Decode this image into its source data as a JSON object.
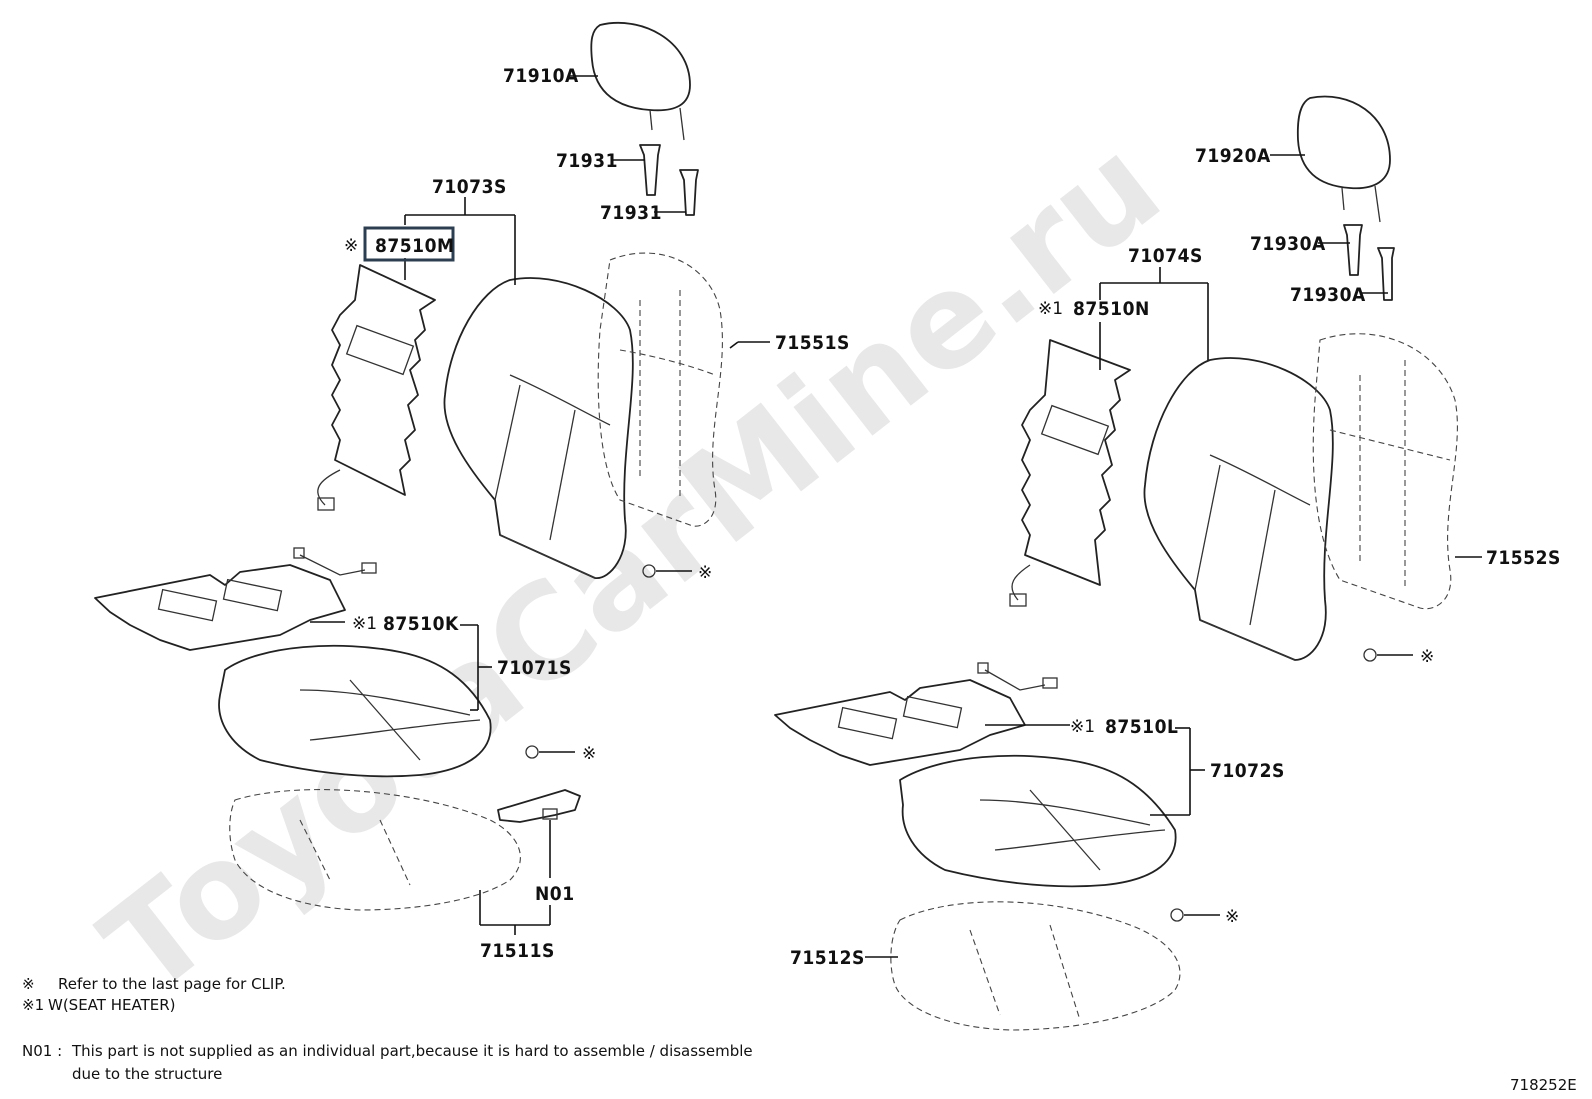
{
  "diagram_id": "718252E",
  "watermark": "ToyotaCarMine.ru",
  "parts": {
    "headrest_front": "71910A",
    "support_front_1": "71931",
    "support_front_2": "71931",
    "back_cushion_front": "71073S",
    "heater_back_front": "87510M",
    "heater_back_front_mark": "※",
    "back_pad_front": "71551S",
    "heater_seat_front": "87510K",
    "heater_seat_front_mark": "※1",
    "seat_cover_front": "71071S",
    "clip_mark_1": "※",
    "clip_mark_2": "※",
    "n01": "N01",
    "seat_pad_front": "71511S",
    "headrest_rear": "71920A",
    "support_rear_1": "71930A",
    "support_rear_2": "71930A",
    "back_cushion_rear": "71074S",
    "heater_back_rear": "87510N",
    "heater_back_rear_mark": "※1",
    "back_pad_rear": "71552S",
    "clip_mark_3": "※",
    "heater_seat_rear": "87510L",
    "heater_seat_rear_mark": "※1",
    "seat_cover_rear": "71072S",
    "clip_mark_4": "※",
    "seat_pad_rear": "71512S"
  },
  "notes": {
    "clip_symbol": "※",
    "clip_text": "Refer to the last page for CLIP.",
    "heater_symbol": "※1",
    "heater_text": "W(SEAT HEATER)",
    "n01_label": "N01 :",
    "n01_text_line1": "This part is not supplied as an individual part,because it is hard to assemble / disassemble",
    "n01_text_line2": "due to the structure"
  },
  "colors": {
    "highlight": "#2c3e50",
    "watermark": "#e8e8e8",
    "ink": "#111111"
  }
}
